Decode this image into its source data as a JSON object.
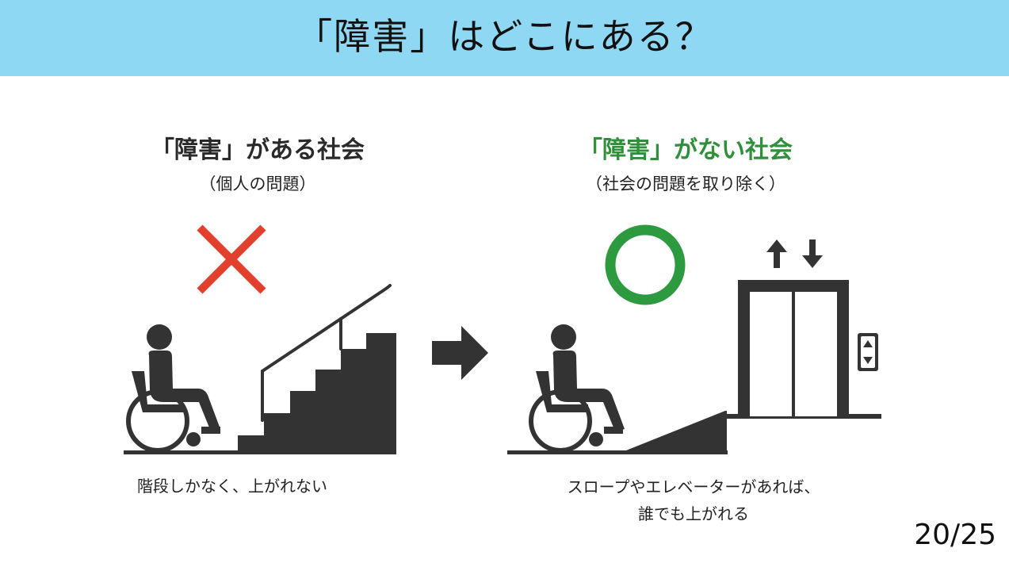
{
  "slide": {
    "title": "「障害」はどこにある？",
    "page_number": "20/25"
  },
  "left": {
    "heading": "「障害」がある社会",
    "subheading": "（個人の問題）",
    "caption": "階段しかなく、上がれない",
    "mark_icon": "cross-mark-icon",
    "mark_color": "#e0402c"
  },
  "right": {
    "heading": "「障害」がない社会",
    "subheading": "（社会の問題を取り除く）",
    "caption_line1": "スロープやエレベーターがあれば、",
    "caption_line2": "誰でも上がれる",
    "mark_icon": "circle-mark-icon",
    "mark_color": "#2e9a40",
    "heading_color": "#2f8f3a"
  },
  "colors": {
    "header_background": "#8fd8f4",
    "pictogram": "#333333"
  }
}
